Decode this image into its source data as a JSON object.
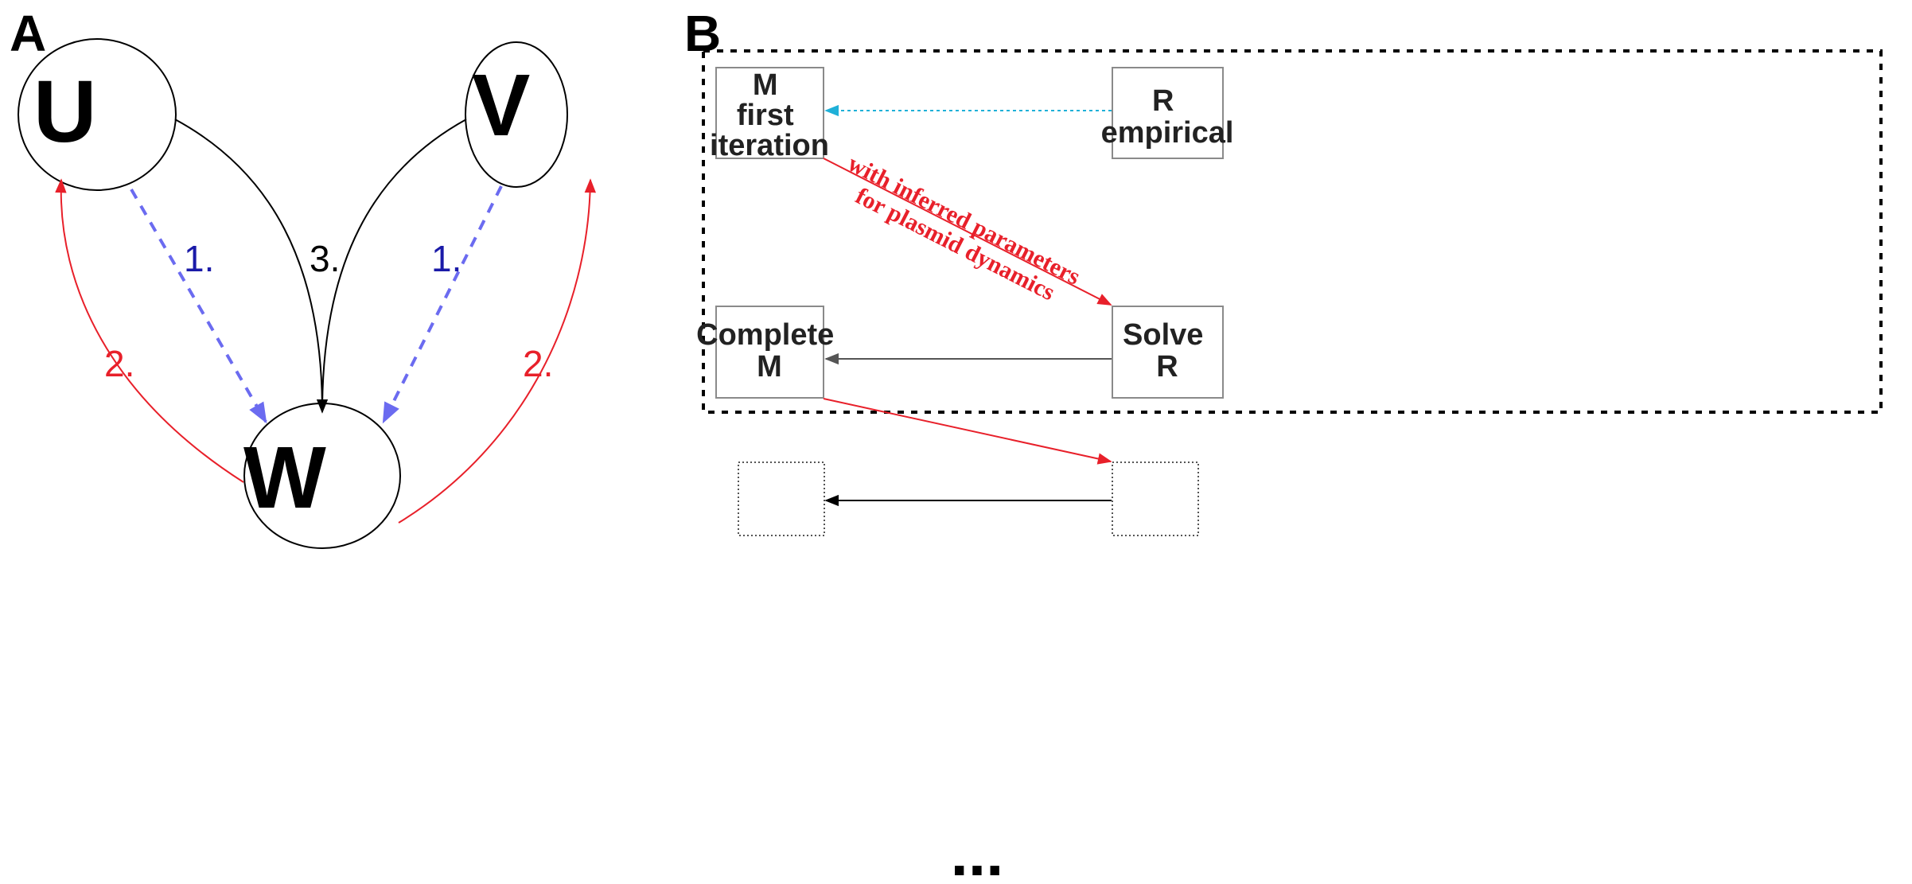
{
  "colors": {
    "black": "#000000",
    "red": "#e8202a",
    "blue_dashed": "#6b6bf0",
    "blue_text": "#1a1aa8",
    "cyan": "#1fb0d8",
    "gray_border": "#8a8a8a"
  },
  "panel_a": {
    "letter": "A",
    "nodes": {
      "u": "U",
      "v": "V",
      "w": "W"
    },
    "labels": {
      "step1_left": "1.",
      "step1_right": "1.",
      "step2_left": "2.",
      "step2_right": "2.",
      "step3": "3."
    }
  },
  "panel_b": {
    "letter": "B",
    "boxes": {
      "m_first": [
        "M",
        "first",
        "iteration"
      ],
      "r_empirical": [
        "R",
        "empirical"
      ],
      "complete_m": [
        "Complete",
        "M"
      ],
      "solve_r": [
        "Solve",
        "R"
      ]
    },
    "diagonal_label": [
      "with inferred parameters",
      "for plasmid dynamics"
    ],
    "ellipsis": "..."
  }
}
